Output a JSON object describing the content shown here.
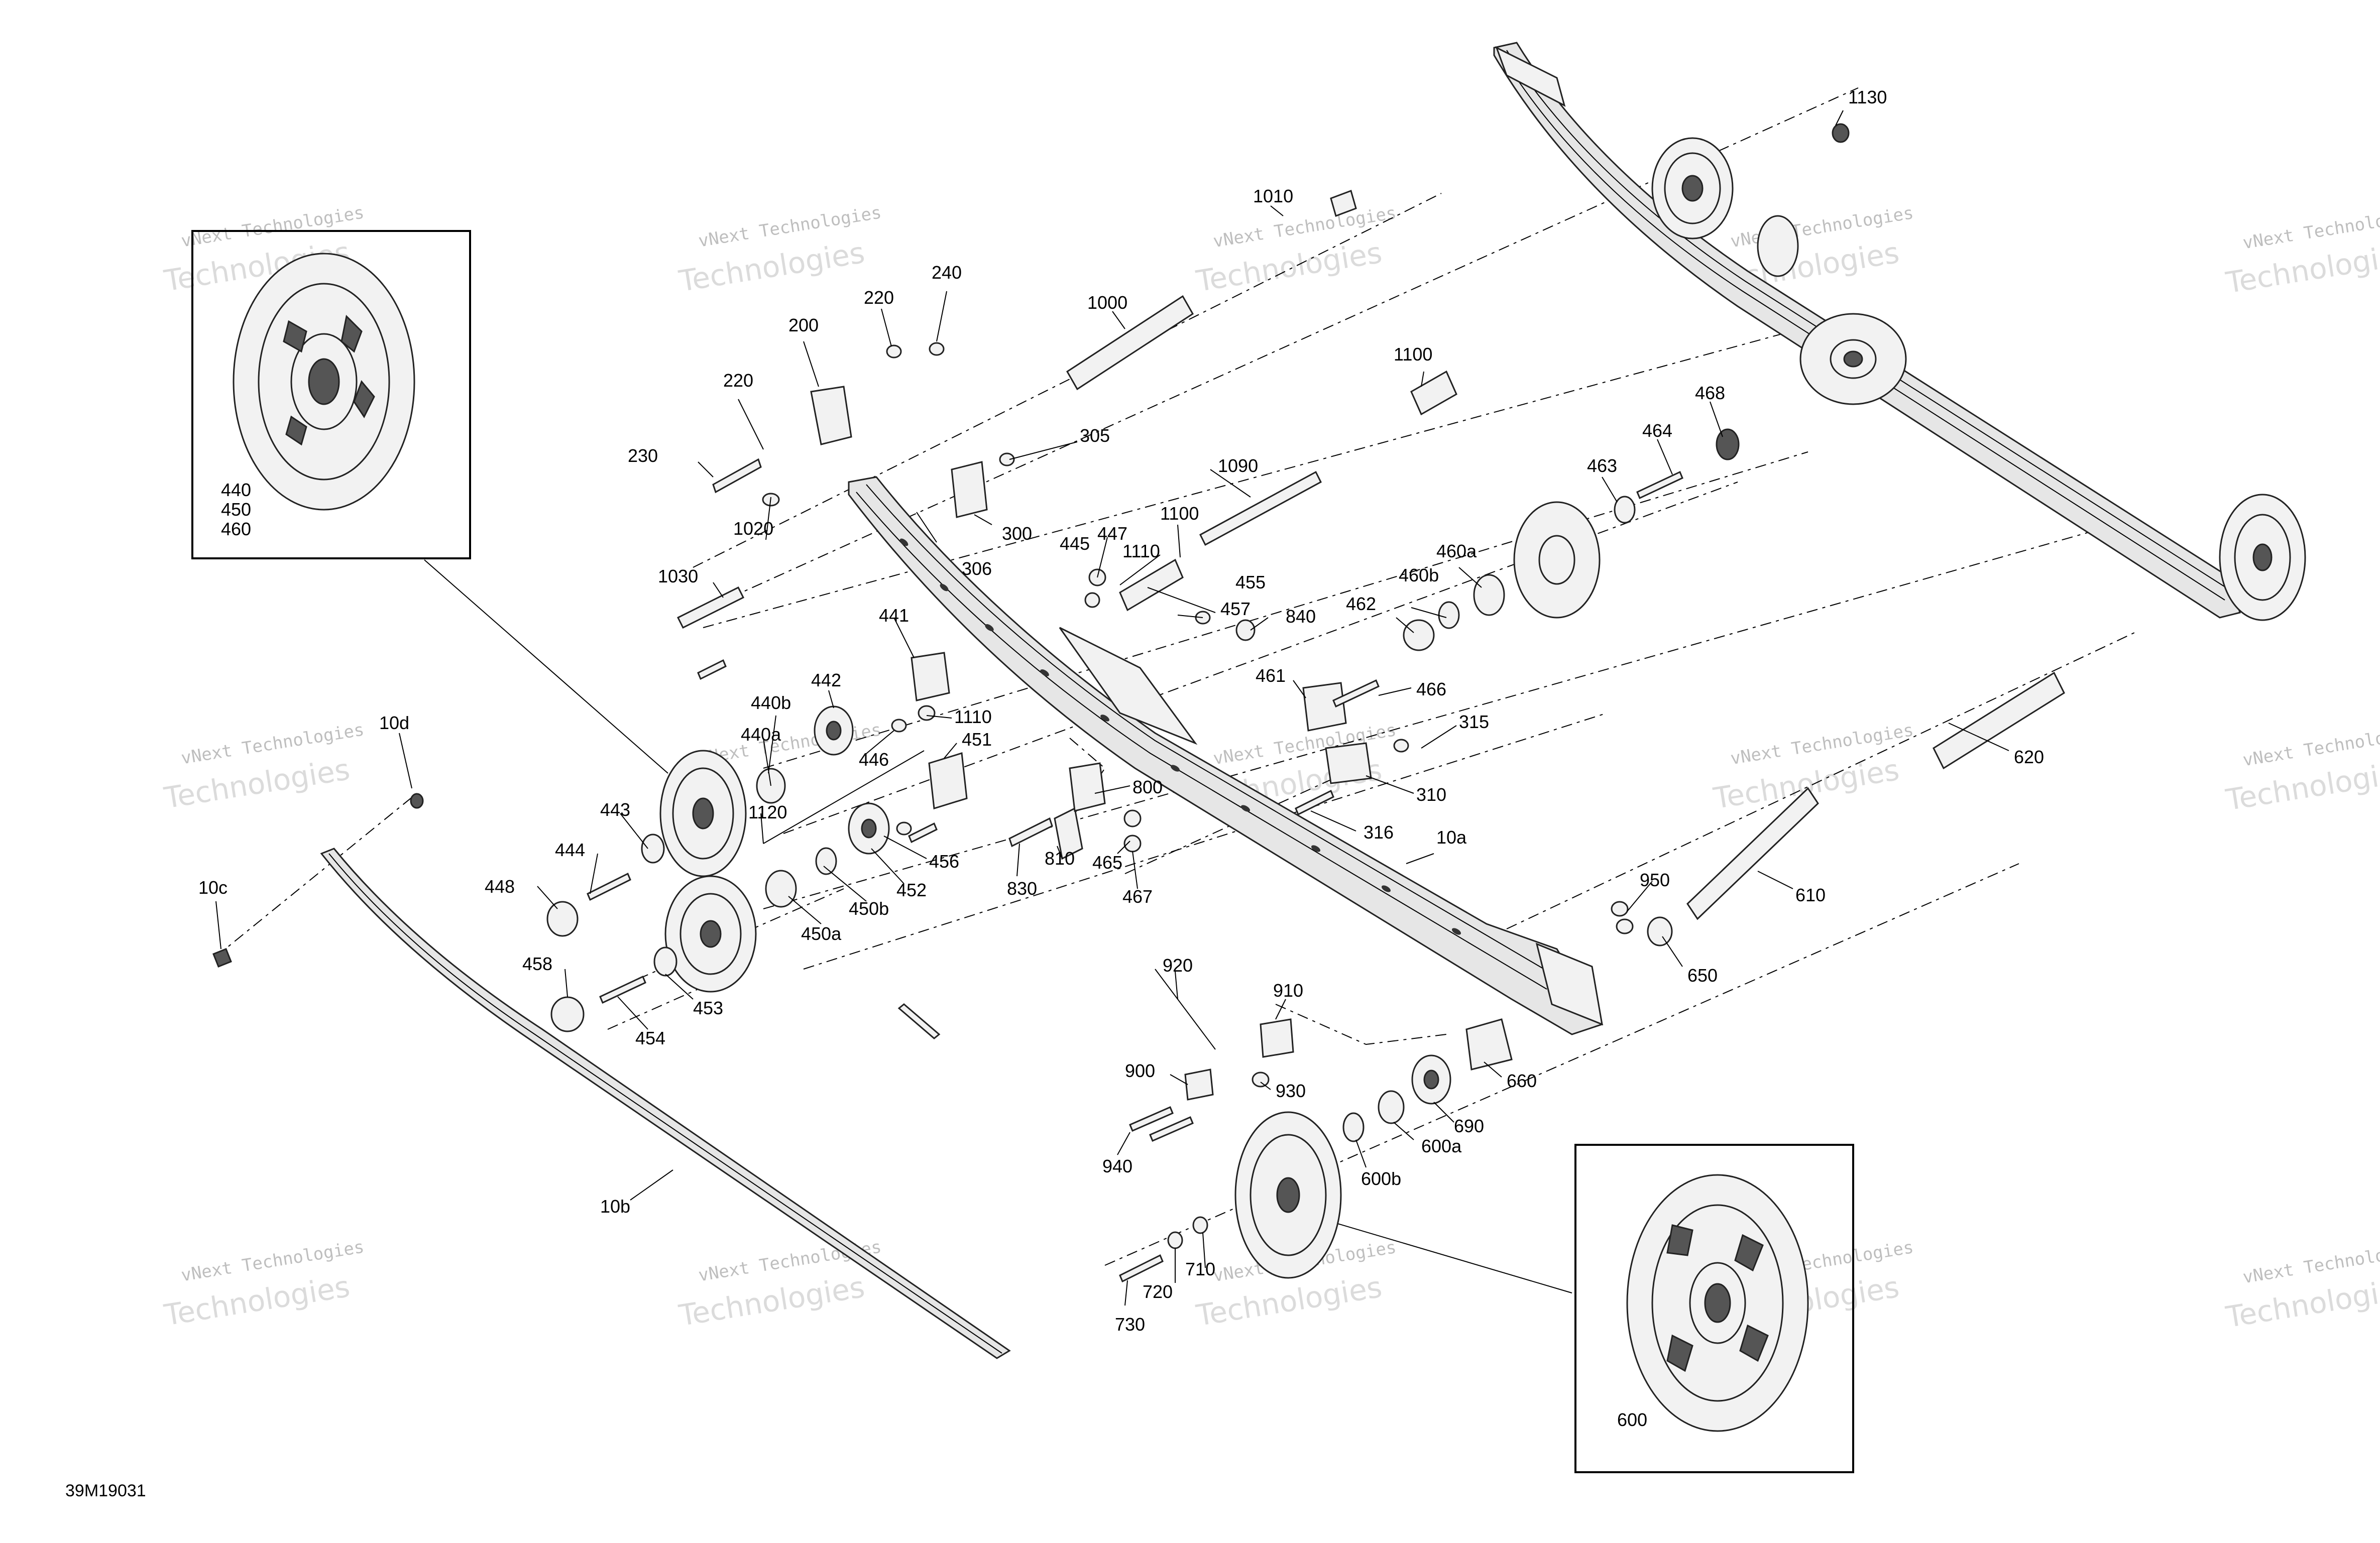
{
  "diagram_code": "39M19031",
  "watermark": {
    "line1": "vNext Technologies",
    "line2": "Technologies",
    "line2b": "vNext"
  },
  "callouts": [
    {
      "id": "1130",
      "text": "1130"
    },
    {
      "id": "1010",
      "text": "1010"
    },
    {
      "id": "240",
      "text": "240"
    },
    {
      "id": "220a",
      "text": "220"
    },
    {
      "id": "200",
      "text": "200"
    },
    {
      "id": "1000",
      "text": "1000"
    },
    {
      "id": "220b",
      "text": "220"
    },
    {
      "id": "230",
      "text": "230"
    },
    {
      "id": "305",
      "text": "305"
    },
    {
      "id": "1100a",
      "text": "1100"
    },
    {
      "id": "468",
      "text": "468"
    },
    {
      "id": "464",
      "text": "464"
    },
    {
      "id": "1090",
      "text": "1090"
    },
    {
      "id": "463",
      "text": "463"
    },
    {
      "id": "300",
      "text": "300"
    },
    {
      "id": "1020",
      "text": "1020"
    },
    {
      "id": "1100b",
      "text": "1100"
    },
    {
      "id": "447",
      "text": "447"
    },
    {
      "id": "445",
      "text": "445"
    },
    {
      "id": "306",
      "text": "306"
    },
    {
      "id": "1110a",
      "text": "1110"
    },
    {
      "id": "460a",
      "text": "460a"
    },
    {
      "id": "1030",
      "text": "1030"
    },
    {
      "id": "455",
      "text": "455"
    },
    {
      "id": "460b",
      "text": "460b"
    },
    {
      "id": "462",
      "text": "462"
    },
    {
      "id": "457",
      "text": "457"
    },
    {
      "id": "840",
      "text": "840"
    },
    {
      "id": "441",
      "text": "441"
    },
    {
      "id": "461",
      "text": "461"
    },
    {
      "id": "466",
      "text": "466"
    },
    {
      "id": "442",
      "text": "442"
    },
    {
      "id": "440b",
      "text": "440b"
    },
    {
      "id": "1110b",
      "text": "1110"
    },
    {
      "id": "10d",
      "text": "10d"
    },
    {
      "id": "315",
      "text": "315"
    },
    {
      "id": "440a",
      "text": "440a"
    },
    {
      "id": "451",
      "text": "451"
    },
    {
      "id": "446",
      "text": "446"
    },
    {
      "id": "620",
      "text": "620"
    },
    {
      "id": "800",
      "text": "800"
    },
    {
      "id": "310",
      "text": "310"
    },
    {
      "id": "443",
      "text": "443"
    },
    {
      "id": "1120",
      "text": "1120"
    },
    {
      "id": "316",
      "text": "316"
    },
    {
      "id": "10a",
      "text": "10a"
    },
    {
      "id": "444",
      "text": "444"
    },
    {
      "id": "456",
      "text": "456"
    },
    {
      "id": "810",
      "text": "810"
    },
    {
      "id": "465",
      "text": "465"
    },
    {
      "id": "10c",
      "text": "10c"
    },
    {
      "id": "448",
      "text": "448"
    },
    {
      "id": "830",
      "text": "830"
    },
    {
      "id": "452",
      "text": "452"
    },
    {
      "id": "467",
      "text": "467"
    },
    {
      "id": "950",
      "text": "950"
    },
    {
      "id": "610",
      "text": "610"
    },
    {
      "id": "450b",
      "text": "450b"
    },
    {
      "id": "450a",
      "text": "450a"
    },
    {
      "id": "650",
      "text": "650"
    },
    {
      "id": "458",
      "text": "458"
    },
    {
      "id": "920",
      "text": "920"
    },
    {
      "id": "453",
      "text": "453"
    },
    {
      "id": "910",
      "text": "910"
    },
    {
      "id": "454",
      "text": "454"
    },
    {
      "id": "660",
      "text": "660"
    },
    {
      "id": "900",
      "text": "900"
    },
    {
      "id": "930",
      "text": "930"
    },
    {
      "id": "690",
      "text": "690"
    },
    {
      "id": "600a",
      "text": "600a"
    },
    {
      "id": "940",
      "text": "940"
    },
    {
      "id": "600b",
      "text": "600b"
    },
    {
      "id": "10b",
      "text": "10b"
    },
    {
      "id": "710",
      "text": "710"
    },
    {
      "id": "720",
      "text": "720"
    },
    {
      "id": "730",
      "text": "730"
    },
    {
      "id": "600",
      "text": "600"
    },
    {
      "id": "440",
      "text": "440"
    },
    {
      "id": "450",
      "text": "450"
    },
    {
      "id": "460",
      "text": "460"
    }
  ]
}
